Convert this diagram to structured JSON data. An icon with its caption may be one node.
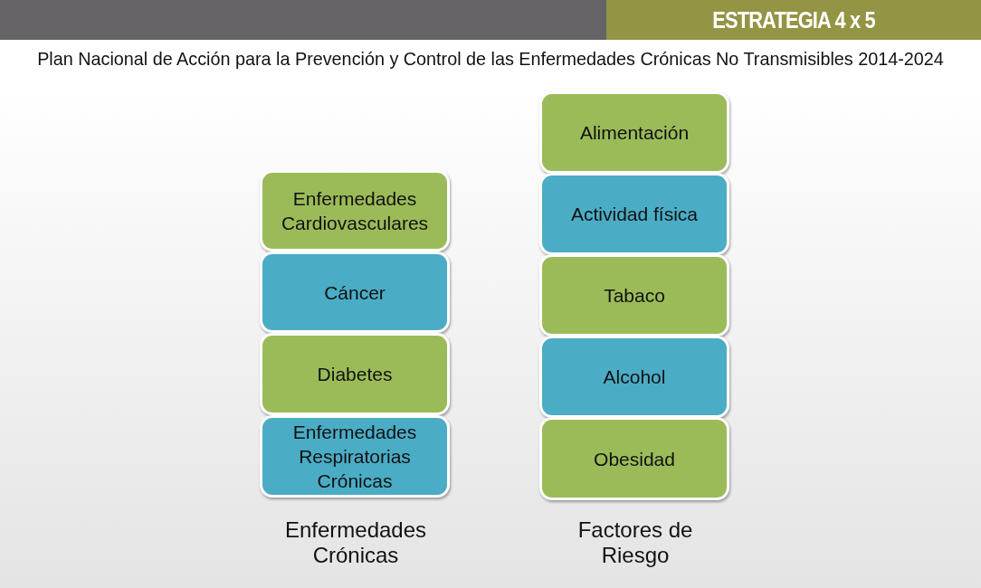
{
  "diagram": {
    "title": "Plan Nacional de Acción para la Prevención y Control de las Enfermedades Crónicas No Transmisibles 2014-2024",
    "nodes": [
      {
        "text": [
          "Enfermedades Cardiovasculares"
        ]
      },
      {
        "text": [
          "Cáncer"
        ]
      },
      {
        "text": [
          "Diabetes"
        ]
      },
      {
        "text": [
          "Enfermedades Respiratorias Crónicas"
        ]
      },
      {
        "text": [
          "Alimentación"
        ]
      },
      {
        "text": [
          "Actividad física"
        ]
      },
      {
        "text": [
          "Tabaco"
        ]
      },
      {
        "text": [
          "Alcohol"
        ]
      },
      {
        "text": [
          "Obesidad"
        ]
      }
    ],
    "labels": [
      "ESTRATEGIA 4 x 5",
      "Enfermedades Crónicas",
      "Factores de Riesgo"
    ]
  }
}
